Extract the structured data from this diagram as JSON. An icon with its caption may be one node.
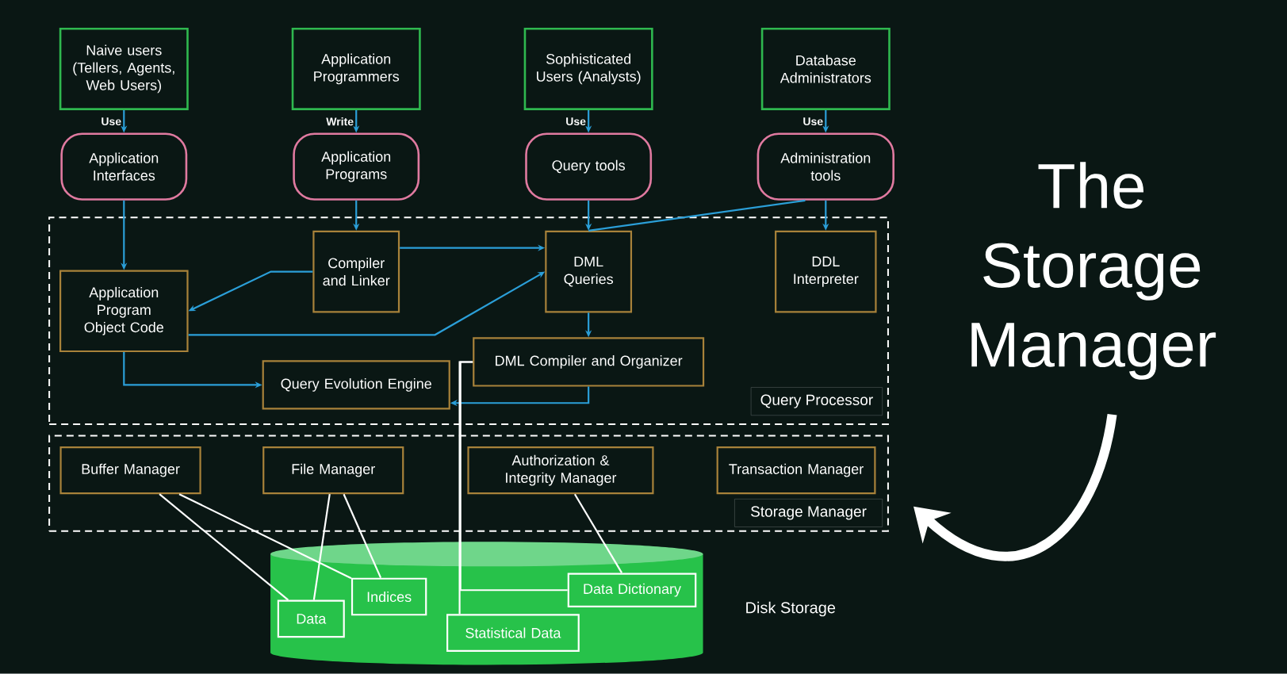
{
  "diagram": {
    "nodes": [
      {
        "text": [
          "Naive users (Tellers, Agents, Web Users)"
        ]
      },
      {
        "text": [
          "Application Programmers"
        ]
      },
      {
        "text": [
          "Sophisticated Users (Analysts)"
        ]
      },
      {
        "text": [
          "Database Administrators"
        ]
      },
      {
        "text": [
          "Application Interfaces"
        ]
      },
      {
        "text": [
          "Application Programs"
        ]
      },
      {
        "text": [
          "Query tools"
        ]
      },
      {
        "text": [
          "Administration tools"
        ]
      },
      {
        "text": [
          "Query Processor"
        ]
      },
      {
        "text": [
          "Compiler and Linker"
        ],
        "in": 8
      },
      {
        "text": [
          "DML Queries"
        ],
        "in": 8
      },
      {
        "text": [
          "DDL Interpreter"
        ],
        "in": 8
      },
      {
        "text": [
          "Application Program Object Code"
        ],
        "in": 8
      },
      {
        "text": [
          "DML Compiler and Organizer"
        ],
        "in": 8
      },
      {
        "text": [
          "Query Evolution Engine"
        ],
        "in": 8
      },
      {
        "text": [
          "Storage Manager"
        ]
      },
      {
        "text": [
          "Buffer Manager"
        ],
        "in": 15
      },
      {
        "text": [
          "File Manager"
        ],
        "in": 15
      },
      {
        "text": [
          "Authorization & Integrity Manager"
        ],
        "in": 15
      },
      {
        "text": [
          "Transaction Manager"
        ],
        "in": 15
      },
      {
        "text": [],
        "shape": "cylinder",
        "beside": [
          "Disk Storage"
        ]
      },
      {
        "text": [
          "Data"
        ],
        "in": 20
      },
      {
        "text": [
          "Indices"
        ],
        "in": 20
      },
      {
        "text": [
          "Data Dictionary"
        ],
        "in": 20
      },
      {
        "text": [
          "Statistical Data"
        ],
        "in": 20
      }
    ],
    "edges": [
      {
        "from": 0,
        "to": 4,
        "arrow": "to",
        "label": "Use"
      },
      {
        "from": 1,
        "to": 5,
        "arrow": "to",
        "label": "Write"
      },
      {
        "from": 2,
        "to": 6,
        "arrow": "to",
        "label": "Use"
      },
      {
        "from": 3,
        "to": 7,
        "arrow": "to",
        "label": "Use"
      },
      {
        "from": 4,
        "to": 12,
        "arrow": "to"
      },
      {
        "from": 5,
        "to": 9,
        "arrow": "to"
      },
      {
        "from": 6,
        "to": 10,
        "arrow": "to"
      },
      {
        "from": 7,
        "to": 11,
        "arrow": "to"
      },
      {
        "from": 7,
        "to": 10,
        "arrow": "none"
      },
      {
        "from": 9,
        "to": 10,
        "arrow": "to"
      },
      {
        "from": 9,
        "to": 12,
        "arrow": "to"
      },
      {
        "from": 12,
        "to": 10,
        "arrow": "to"
      },
      {
        "from": 12,
        "to": 14,
        "arrow": "to"
      },
      {
        "from": 10,
        "to": 13,
        "arrow": "to"
      },
      {
        "from": 13,
        "to": 14,
        "arrow": "to"
      },
      {
        "from": 16,
        "to": 21,
        "arrow": "none",
        "color": "#ffffff"
      },
      {
        "from": 16,
        "to": 22,
        "arrow": "none",
        "color": "#ffffff"
      },
      {
        "from": 17,
        "to": 21,
        "arrow": "none",
        "color": "#ffffff"
      },
      {
        "from": 17,
        "to": 22,
        "arrow": "none",
        "color": "#ffffff"
      },
      {
        "from": 18,
        "to": 23,
        "arrow": "none",
        "color": "#ffffff"
      },
      {
        "from": 13,
        "to": 24,
        "arrow": "none",
        "color": "#ffffff"
      },
      {
        "from": 13,
        "to": 23,
        "arrow": "none",
        "color": "#ffffff"
      },
      {
        "from": null,
        "to": 15,
        "arrow": "to",
        "style": "thick",
        "color": "#ffffff"
      }
    ],
    "labels": [
      "The Storage Manager"
    ]
  }
}
